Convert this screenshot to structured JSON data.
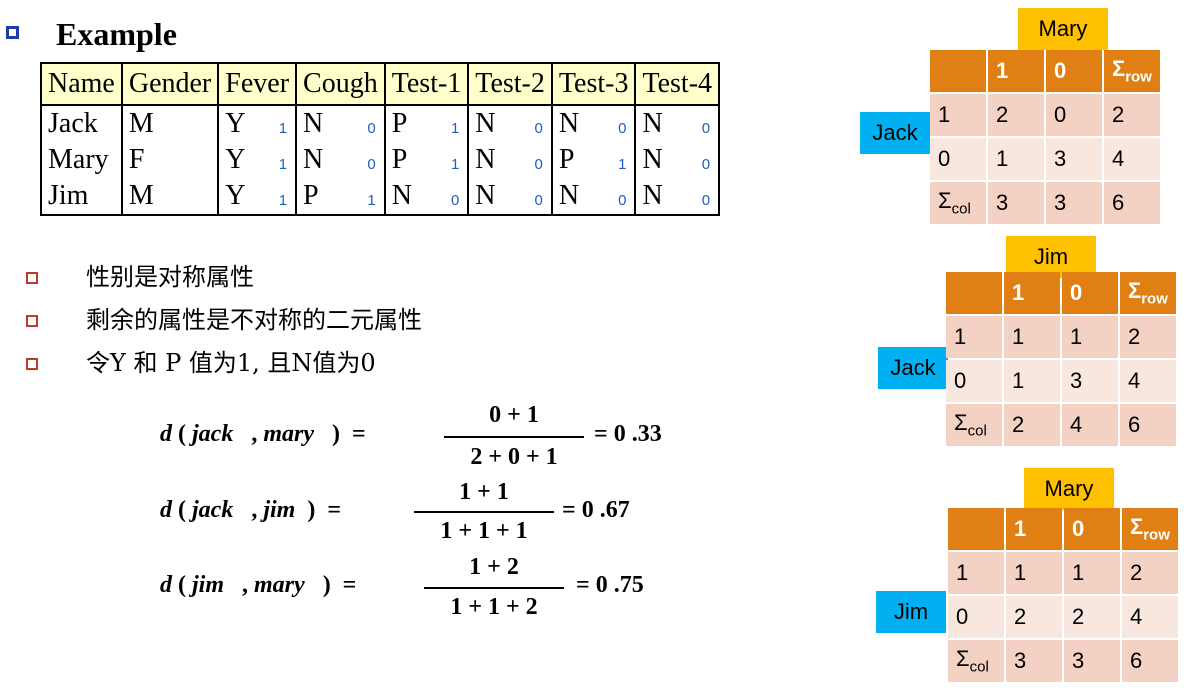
{
  "heading": "Example",
  "table": {
    "headers": [
      "Name",
      "Gender",
      "Fever",
      "Cough",
      "Test-1",
      "Test-2",
      "Test-3",
      "Test-4"
    ],
    "rows": [
      {
        "name": "Jack",
        "gender": "M",
        "cells": [
          [
            "Y",
            "1"
          ],
          [
            "N",
            "0"
          ],
          [
            "P",
            "1"
          ],
          [
            "N",
            "0"
          ],
          [
            "N",
            "0"
          ],
          [
            "N",
            "0"
          ]
        ]
      },
      {
        "name": "Mary",
        "gender": "F",
        "cells": [
          [
            "Y",
            "1"
          ],
          [
            "N",
            "0"
          ],
          [
            "P",
            "1"
          ],
          [
            "N",
            "0"
          ],
          [
            "P",
            "1"
          ],
          [
            "N",
            "0"
          ]
        ]
      },
      {
        "name": "Jim",
        "gender": "M",
        "cells": [
          [
            "Y",
            "1"
          ],
          [
            "P",
            "1"
          ],
          [
            "N",
            "0"
          ],
          [
            "N",
            "0"
          ],
          [
            "N",
            "0"
          ],
          [
            "N",
            "0"
          ]
        ]
      }
    ]
  },
  "bullets": [
    "性别是对称属性",
    "剩余的属性是不对称的二元属性",
    "令Y 和 P 值为1, 且N值为0"
  ],
  "formulas": [
    {
      "a": "jack",
      "b": "mary",
      "num": "0 + 1",
      "den": "2 + 0 + 1",
      "result": "0 .33"
    },
    {
      "a": "jack",
      "b": "jim",
      "num": "1 + 1",
      "den": "1 + 1 + 1",
      "result": "0 .67"
    },
    {
      "a": "jim",
      "b": "mary",
      "num": "1 + 2",
      "den": "1 + 1 + 2",
      "result": "0 .75"
    }
  ],
  "contingency": [
    {
      "top": "Mary",
      "side": "Jack",
      "header": [
        "",
        "1",
        "0",
        "Σrow"
      ],
      "rows": [
        [
          "1",
          "2",
          "0",
          "2"
        ],
        [
          "0",
          "1",
          "3",
          "4"
        ],
        [
          "Σcol",
          "3",
          "3",
          "6"
        ]
      ]
    },
    {
      "top": "Jim",
      "side": "Jack",
      "header": [
        "",
        "1",
        "0",
        "Σrow"
      ],
      "rows": [
        [
          "1",
          "1",
          "1",
          "2"
        ],
        [
          "0",
          "1",
          "3",
          "4"
        ],
        [
          "Σcol",
          "2",
          "4",
          "6"
        ]
      ]
    },
    {
      "top": "Mary",
      "side": "Jim",
      "header": [
        "",
        "1",
        "0",
        "Σrow"
      ],
      "rows": [
        [
          "1",
          "1",
          "1",
          "2"
        ],
        [
          "0",
          "2",
          "2",
          "4"
        ],
        [
          "Σcol",
          "3",
          "3",
          "6"
        ]
      ]
    }
  ]
}
